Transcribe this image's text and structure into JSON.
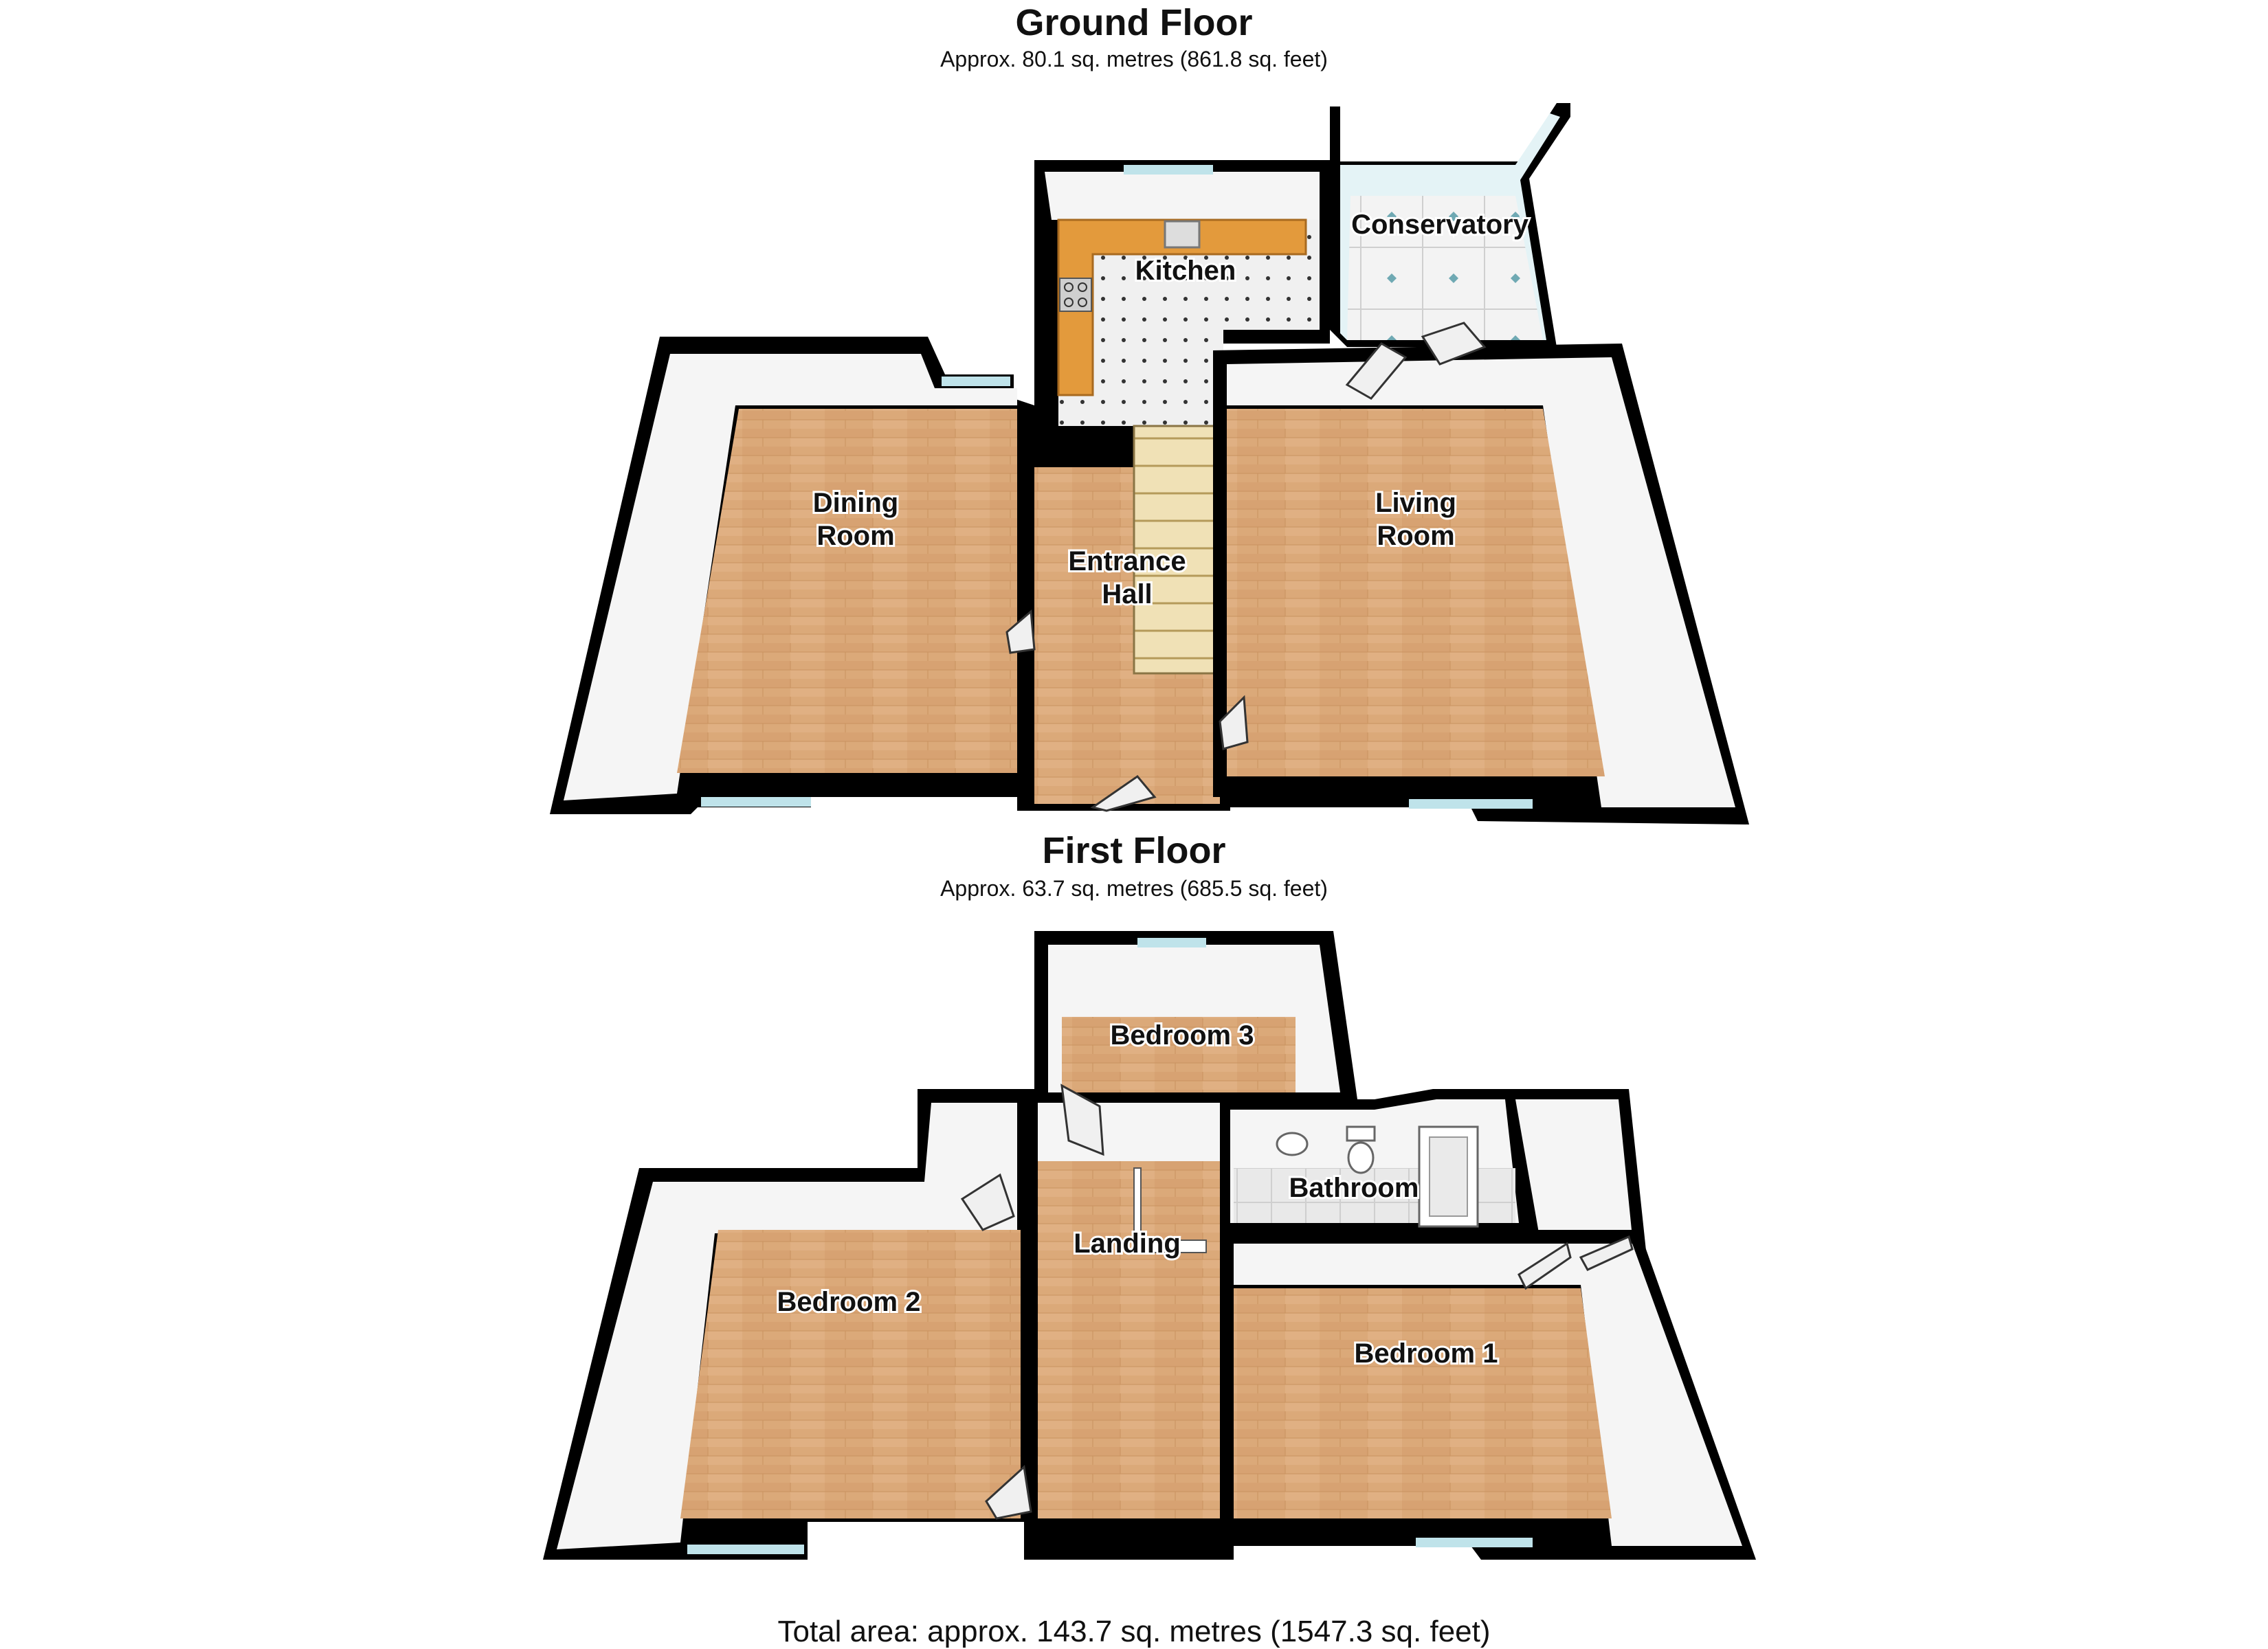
{
  "ground_floor": {
    "title": "Ground Floor",
    "area": "Approx.  80.1 sq. metres (861.8 sq. feet)",
    "rooms": {
      "kitchen": "Kitchen",
      "conservatory": "Conservatory",
      "dining_room": [
        "Dining",
        "Room"
      ],
      "entrance_hall": [
        "Entrance",
        "Hall"
      ],
      "living_room": [
        "Living",
        "Room"
      ]
    }
  },
  "first_floor": {
    "title": "First Floor",
    "area": "Approx.  63.7 sq. metres (685.5 sq. feet)",
    "rooms": {
      "bedroom_3": "Bedroom 3",
      "bathroom": "Bathroom",
      "landing": "Landing",
      "bedroom_2": "Bedroom 2",
      "bedroom_1": "Bedroom 1"
    }
  },
  "total_area": "Total area: approx. 143.7 sq. metres (1547.3 sq. feet)",
  "colors": {
    "wood_floor": "#d9a877",
    "tile_floor": "#eeeeee",
    "wall": "#000000",
    "wall_face": "#f5f5f5",
    "window": "#bfe3ea",
    "worktop": "#e39a3c"
  }
}
